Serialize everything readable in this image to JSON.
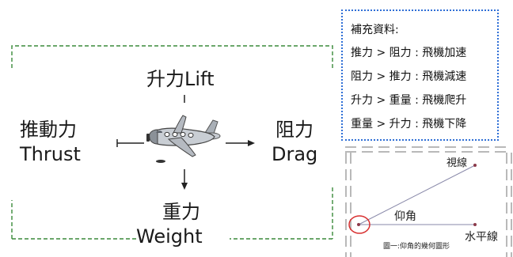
{
  "forces": {
    "lift": "升力Lift",
    "thrust_zh": "推動力",
    "thrust_en": "Thrust",
    "drag_zh": "阻力",
    "drag_en": "Drag",
    "weight_zh": "重力",
    "weight_en": "Weight"
  },
  "notes": {
    "title": "補充資料:",
    "lines": [
      "推力 > 阻力 : 飛機加速",
      "阻力 > 推力 : 飛機減速",
      "升力 > 重量 : 飛機爬升",
      "重量 > 升力 : 飛機下降"
    ]
  },
  "angle_diagram": {
    "line_of_sight": "視線",
    "elevation_angle": "仰角",
    "horizontal_line": "水平線",
    "caption": "圖一:仰角的幾何圖形"
  },
  "colors": {
    "frame_green": "#3a8a3a",
    "note_border_blue": "#2f6fd6",
    "angle_circle_red": "#d83030"
  },
  "icons": [
    "airplane-icon"
  ]
}
